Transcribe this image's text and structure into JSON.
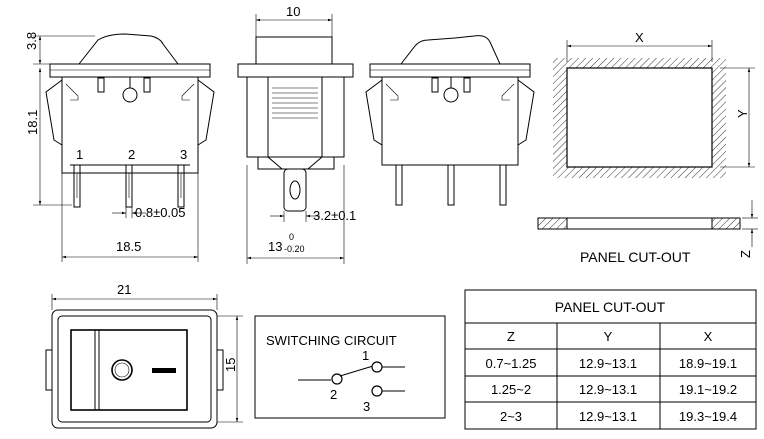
{
  "dimensions": {
    "top_height": "3.8",
    "body_height": "18.1",
    "pin_width": "0.8±0.05",
    "body_width": "18.5",
    "button_width": "10",
    "side_pin_width": "3.2±0.1",
    "side_width_base": "13",
    "side_width_tol_upper": "0",
    "side_width_tol_lower": "-0.20",
    "cutout_x": "X",
    "cutout_y": "Y",
    "cutout_z": "Z",
    "front_width": "21",
    "front_height": "15"
  },
  "pins": [
    "1",
    "2",
    "3"
  ],
  "panel_cutout_label": "PANEL CUT-OUT",
  "switching_circuit": {
    "title": "SWITCHING CIRCUIT",
    "terminals": [
      "1",
      "2",
      "3"
    ]
  },
  "table": {
    "title": "PANEL CUT-OUT",
    "headers": [
      "Z",
      "Y",
      "X"
    ],
    "rows": [
      [
        "0.7~1.25",
        "12.9~13.1",
        "18.9~19.1"
      ],
      [
        "1.25~2",
        "12.9~13.1",
        "19.1~19.2"
      ],
      [
        "2~3",
        "12.9~13.1",
        "19.3~19.4"
      ]
    ]
  }
}
